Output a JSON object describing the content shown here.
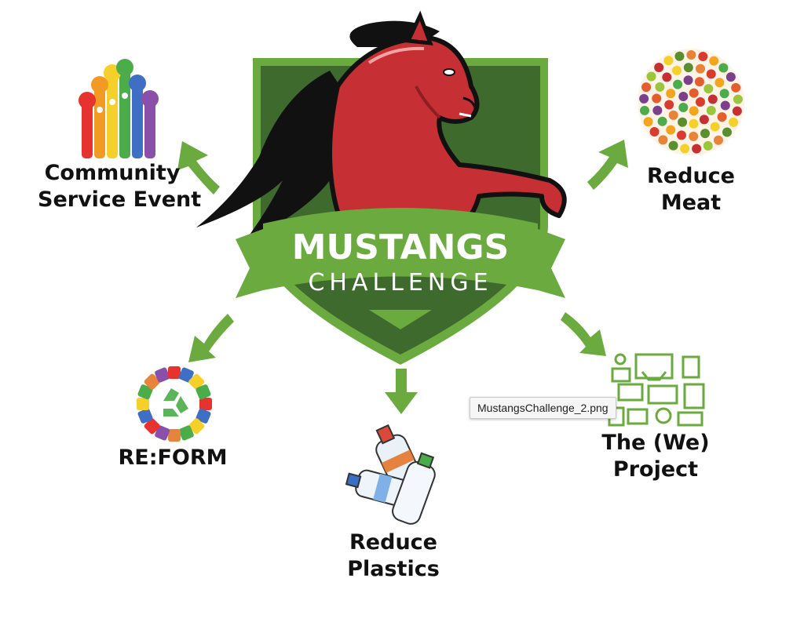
{
  "logo": {
    "title_line1": "MUSTANGS",
    "title_line2": "CHALLENGE"
  },
  "nodes": [
    {
      "id": "community",
      "lines": [
        "Community",
        "Service Event"
      ],
      "icon": "raised-hands-icon"
    },
    {
      "id": "meat",
      "lines": [
        "Reduce",
        "Meat"
      ],
      "icon": "vegetables-circle-icon"
    },
    {
      "id": "reform",
      "lines": [
        "RE:FORM"
      ],
      "icon": "recycle-clothing-icon"
    },
    {
      "id": "plastics",
      "lines": [
        "Reduce",
        "Plastics"
      ],
      "icon": "plastic-bottles-icon"
    },
    {
      "id": "we",
      "lines": [
        "The (We)",
        "Project"
      ],
      "icon": "electronics-icon"
    }
  ],
  "tooltip": "MustangsChallenge_2.png",
  "colors": {
    "green": "#6aaa3f",
    "shield_dark": "#3e6a2e",
    "horse_red": "#c62f33",
    "black": "#111111"
  }
}
